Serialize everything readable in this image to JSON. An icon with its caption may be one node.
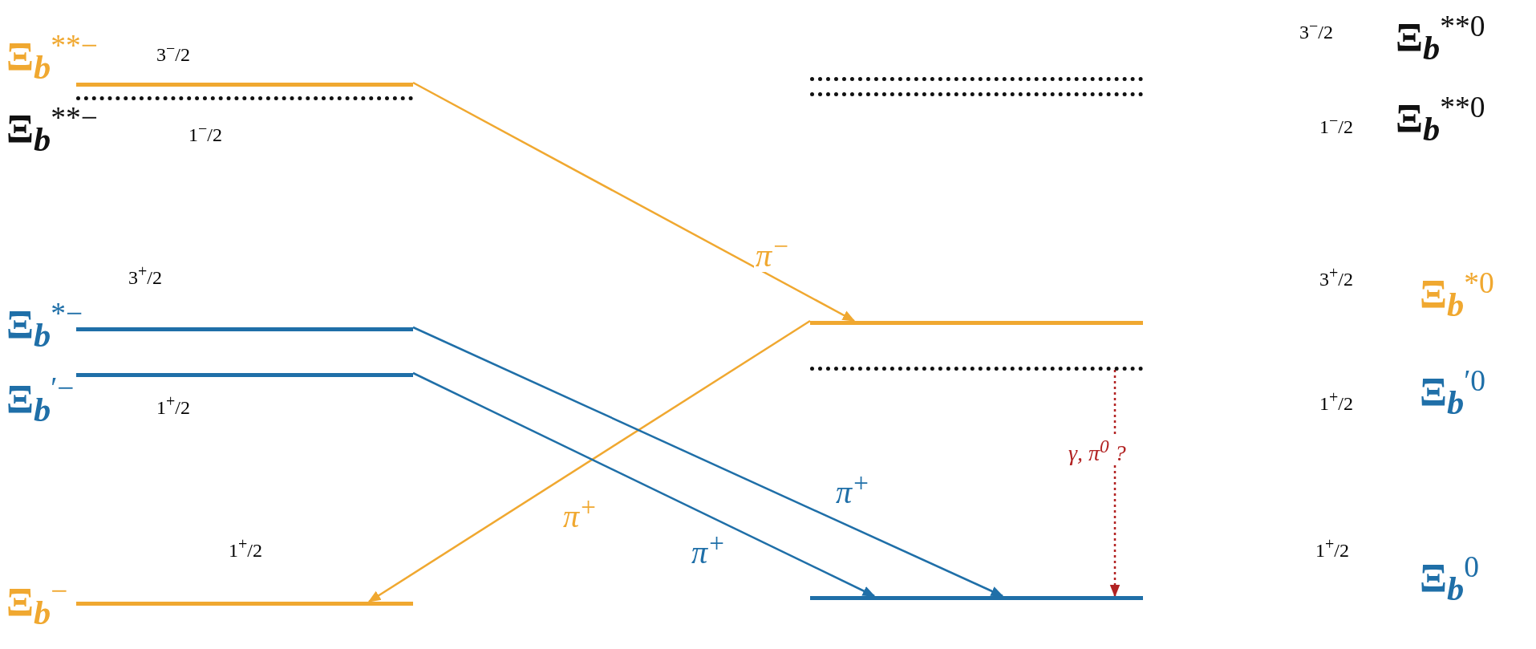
{
  "diagram": {
    "nodes": [
      {
        "text": [
          "Ξ$_{b}$$^{**−}$",
          "3$^{−}$/2"
        ]
      },
      {
        "text": [
          "Ξ$_{b}$$^{**−}$",
          "1$^{−}$/2"
        ]
      },
      {
        "text": [
          "Ξ$_{b}$$^{*−}$",
          "3$^{+}$/2"
        ]
      },
      {
        "text": [
          "Ξ$_{b}$$^{′−}$",
          "1$^{+}$/2"
        ]
      },
      {
        "text": [
          "Ξ$_{b}$$^{−}$",
          "1$^{+}$/2"
        ]
      },
      {
        "text": [
          "3$^{−}$/2",
          "Ξ$_{b}$$^{**0}$"
        ]
      },
      {
        "text": [
          "1$^{−}$/2",
          "Ξ$_{b}$$^{**0}$"
        ]
      },
      {
        "text": [
          "3$^{+}$/2",
          "Ξ$_{b}$$^{*0}$"
        ]
      },
      {
        "text": [
          "1$^{+}$/2",
          "Ξ$_{b}$$^{′0}$"
        ]
      },
      {
        "text": [
          "Ξ$_{b}$$^{0}$",
          "1$^{+}$/2"
        ]
      }
    ],
    "edges": [
      {
        "from": 0,
        "to": 7,
        "arrow": "to",
        "label": "π$^{−}$",
        "color": "#f0a830"
      },
      {
        "from": 7,
        "to": 4,
        "arrow": "to",
        "label": "π$^{+}$",
        "color": "#f0a830"
      },
      {
        "from": 2,
        "to": 9,
        "arrow": "to",
        "label": "π$^{+}$",
        "color": "#1f6fa8"
      },
      {
        "from": 3,
        "to": 9,
        "arrow": "to",
        "label": "π$^{+}$",
        "color": "#1f6fa8"
      },
      {
        "from": 8,
        "to": 9,
        "arrow": "to",
        "label": "γ, π$^{0}$ ?",
        "style": "dashed",
        "color": "#b22222"
      }
    ]
  }
}
